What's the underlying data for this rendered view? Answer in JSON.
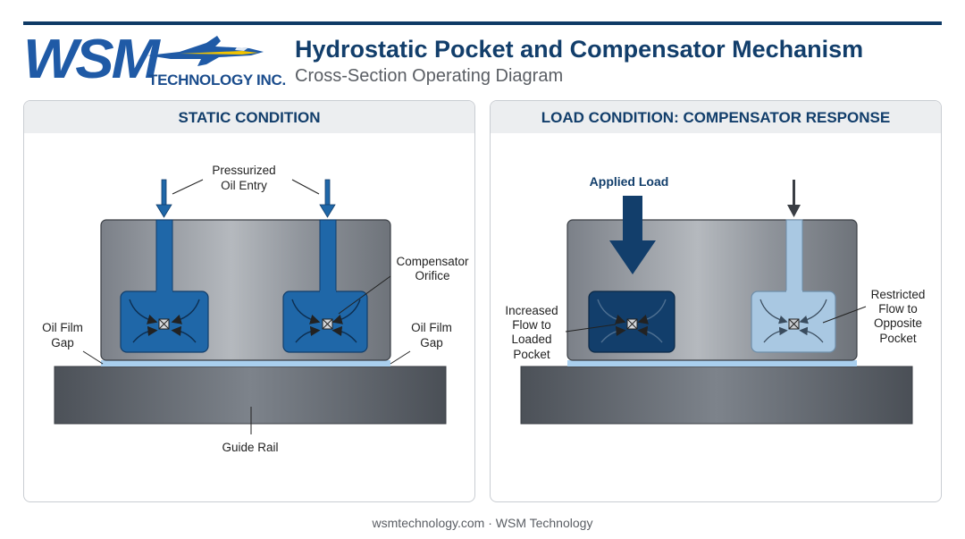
{
  "brand": {
    "logo_text": "WSM",
    "logo_subtext": "TECHNOLOGY INC."
  },
  "header": {
    "title": "Hydrostatic Pocket and Compensator Mechanism",
    "subtitle": "Cross-Section Operating Diagram"
  },
  "panels": {
    "static": {
      "heading": "STATIC CONDITION",
      "labels": {
        "inlet_1": "Pressurized",
        "inlet_2": "Oil Entry",
        "orifice_1": "Compensator",
        "orifice_2": "Orifice",
        "film_left_1": "Oil Film",
        "film_left_2": "Gap",
        "film_right_1": "Oil Film",
        "film_right_2": "Gap",
        "rail": "Guide Rail"
      }
    },
    "load": {
      "heading": "LOAD CONDITION: COMPENSATOR RESPONSE",
      "labels": {
        "applied_load": "Applied Load",
        "increased_1": "Increased",
        "increased_2": "Flow to",
        "increased_3": "Loaded",
        "increased_4": "Pocket",
        "restricted_1": "Restricted",
        "restricted_2": "Flow to",
        "restricted_3": "Opposite",
        "restricted_4": "Pocket"
      }
    }
  },
  "colors": {
    "oil": "#1f67a8",
    "oil_dark": "#123e6b",
    "oil_light": "#a9c8e2",
    "film": "#a9cfee",
    "steel": "#8d9298"
  },
  "footer": {
    "text": "wsmtechnology.com · WSM Technology"
  }
}
